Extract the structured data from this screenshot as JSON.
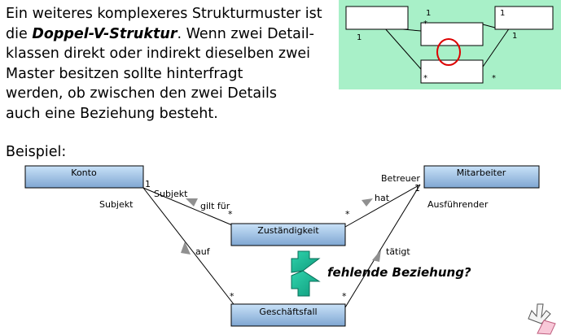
{
  "intro": {
    "l1": "Ein weiteres komplexeres Strukturmuster ist",
    "l2_pre": "die ",
    "l2_bold": "Doppel-V-Struktur",
    "l2_post": ". Wenn zwei Detail-",
    "l3": "klassen direkt oder indirekt dieselben zwei",
    "l4": "Master besitzen sollte hinterfragt",
    "l5": "werden, ob zwischen den zwei Details",
    "l6": "auch eine Beziehung besteht."
  },
  "beispiel": "Beispiel:",
  "schema": {
    "one_top_left": "1",
    "one_top_right": "1",
    "one_left": "1",
    "one_right": "1",
    "star_upper": "*",
    "star_bottom_left": "*",
    "star_bottom_right": "*"
  },
  "classes": {
    "konto": "Konto",
    "mitarbeiter": "Mitarbeiter",
    "zustaendigkeit": "Zuständigkeit",
    "geschaeftsfall": "Geschäftsfall"
  },
  "labels": {
    "subjekt_role_top": "Subjekt",
    "subjekt_role_left": "Subjekt",
    "gilt_fuer": "gilt für",
    "auf": "auf",
    "betreuer": "Betreuer",
    "hat": "hat",
    "ausfuehrender": "Ausführender",
    "taetigt": "tätigt",
    "fehlende": "fehlende Beziehung?"
  },
  "multiplicities": {
    "konto_one": "1",
    "mitarbeiter_one": "1",
    "zust_left_star": "*",
    "zust_right_star": "*",
    "gf_left_star": "*",
    "gf_right_star": "*"
  },
  "colors": {
    "mint": "#a8f0c8",
    "box_light": "#c9e2f8",
    "box_dark": "#7fa6d2",
    "teal": "#12b08f",
    "red": "#dd0000"
  }
}
